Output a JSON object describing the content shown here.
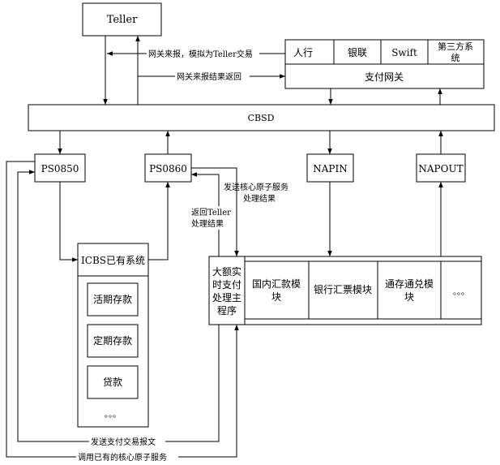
{
  "nodes": {
    "teller": "Teller",
    "renhang": "人行",
    "yinlian": "银联",
    "swift": "Swift",
    "third_party_l1": "第三方系",
    "third_party_l2": "统",
    "payment_gateway": "支付网关",
    "cbsd": "CBSD",
    "ps0850": "PS0850",
    "ps0860": "PS0860",
    "napin": "NAPIN",
    "napout": "NAPOUT",
    "icbs": "ICBS已有系统",
    "current_deposit": "活期存款",
    "fixed_deposit": "定期存款",
    "loan": "贷款",
    "icbs_more": "。。。",
    "main_l1": "大额实",
    "main_l2": "时支付",
    "main_l3": "处理主",
    "main_l4": "程序",
    "domestic_l1": "国内汇款模",
    "domestic_l2": "块",
    "draft": "银行汇票模块",
    "universal_l1": "通存通兑模",
    "universal_l2": "块",
    "modules_more": "。。。"
  },
  "labels": {
    "gateway_to_teller": "网关来报，模拟为Teller交易",
    "gateway_return": "网关来报结果返回",
    "send_core_l1": "发送核心原子服务",
    "send_core_l2": "处理结果",
    "return_teller_l1": "返回Teller",
    "return_teller_l2": "处理结果",
    "send_payment_msg": "发送支付交易报文",
    "call_core_service": "调用已有的核心原子服务"
  }
}
